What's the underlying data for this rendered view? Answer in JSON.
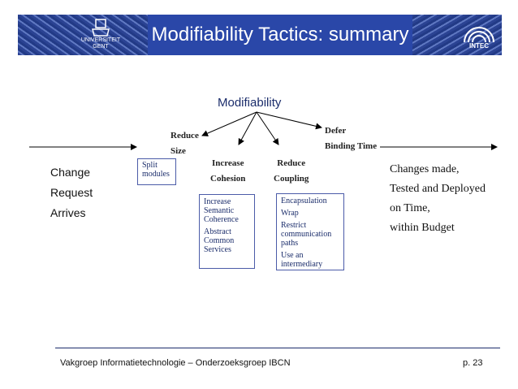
{
  "header": {
    "title": "Modifiability Tactics: summary",
    "logo_left_text": "UNIVERSITEIT GENT",
    "logo_right_text": "INTEC"
  },
  "diagram": {
    "root": "Modifiability",
    "branches": {
      "reduce_size": {
        "line1": "Reduce",
        "line2": "Size",
        "items": [
          "Split modules"
        ]
      },
      "increase_cohesion": {
        "line1": "Increase",
        "line2": "Cohesion",
        "items": [
          "Increase Semantic Coherence",
          "Abstract Common Services"
        ]
      },
      "reduce_coupling": {
        "line1": "Reduce",
        "line2": "Coupling",
        "items": [
          "Encapsulation",
          "Wrap",
          "Restrict communication paths",
          "Use an intermediary"
        ]
      },
      "defer_binding": {
        "line1": "Defer",
        "line2": "Binding Time"
      }
    },
    "stimulus": [
      "Change",
      "Request",
      "Arrives"
    ],
    "response": [
      "Changes made,",
      "Tested and Deployed",
      "on Time,",
      "within Budget"
    ]
  },
  "footer": {
    "left": "Vakgroep Informatietechnologie – Onderzoeksgroep IBCN",
    "right": "p. 23"
  }
}
